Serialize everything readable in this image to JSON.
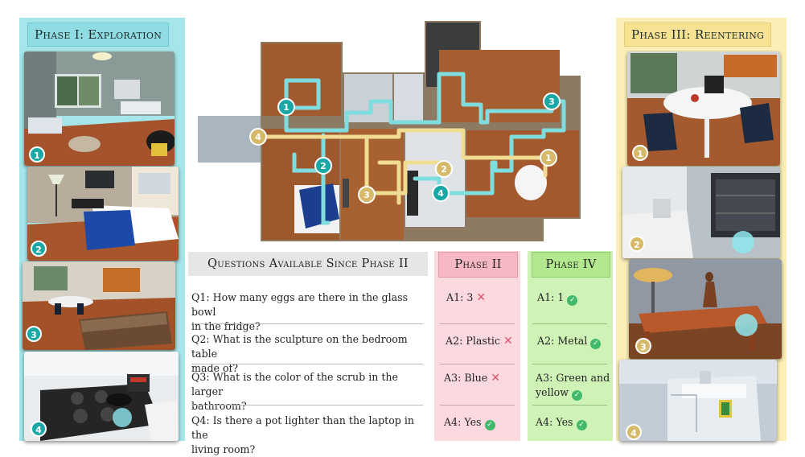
{
  "phase1": {
    "title": "Phase I: Exploration",
    "badges": [
      "1",
      "2",
      "3",
      "4"
    ]
  },
  "phase3": {
    "title": "Phase III: Reentering",
    "badges": [
      "1",
      "2",
      "3",
      "4"
    ]
  },
  "map": {
    "teal_labels": [
      "1",
      "2",
      "3",
      "4"
    ],
    "gold_labels": [
      "1",
      "2",
      "3",
      "4"
    ]
  },
  "questions": {
    "header": "Questions Available Since Phase II",
    "items": [
      {
        "id": "Q1",
        "line1": "Q1: How many eggs are there in the glass bowl",
        "line2": "in the fridge?"
      },
      {
        "id": "Q2",
        "line1": "Q2: What is the sculpture on the bedroom table",
        "line2": "made of?"
      },
      {
        "id": "Q3",
        "line1": "Q3: What is the color of the scrub in the larger",
        "line2": "bathroom?"
      },
      {
        "id": "Q4",
        "line1": "Q4: Is there a pot lighter than the laptop in the",
        "line2": "living room?"
      }
    ]
  },
  "phase2": {
    "header": "Phase II",
    "answers": [
      {
        "text": "A1: 3",
        "result": "incorrect"
      },
      {
        "text": "A2: Plastic",
        "result": "incorrect"
      },
      {
        "text": "A3: Blue",
        "result": "incorrect"
      },
      {
        "text": "A4: Yes",
        "result": "correct"
      }
    ]
  },
  "phase4": {
    "header": "Phase IV",
    "answers": [
      {
        "line1": "A1: 1",
        "result": "correct"
      },
      {
        "line1": "A2: Metal",
        "result": "correct"
      },
      {
        "line1": "A3: Green and",
        "line2": "yellow",
        "result": "correct"
      },
      {
        "line1": "A4: Yes",
        "result": "correct"
      }
    ]
  },
  "colors": {
    "teal_path": "#7fdde0",
    "gold_path": "#f0dc93",
    "phase1_bg": "#a6e6ea",
    "phase3_bg": "#fbefb7",
    "phase2_bg": "#fbd9de",
    "phase4_bg": "#cff2b7",
    "correct": "#42b96b",
    "incorrect": "#e0506a"
  }
}
